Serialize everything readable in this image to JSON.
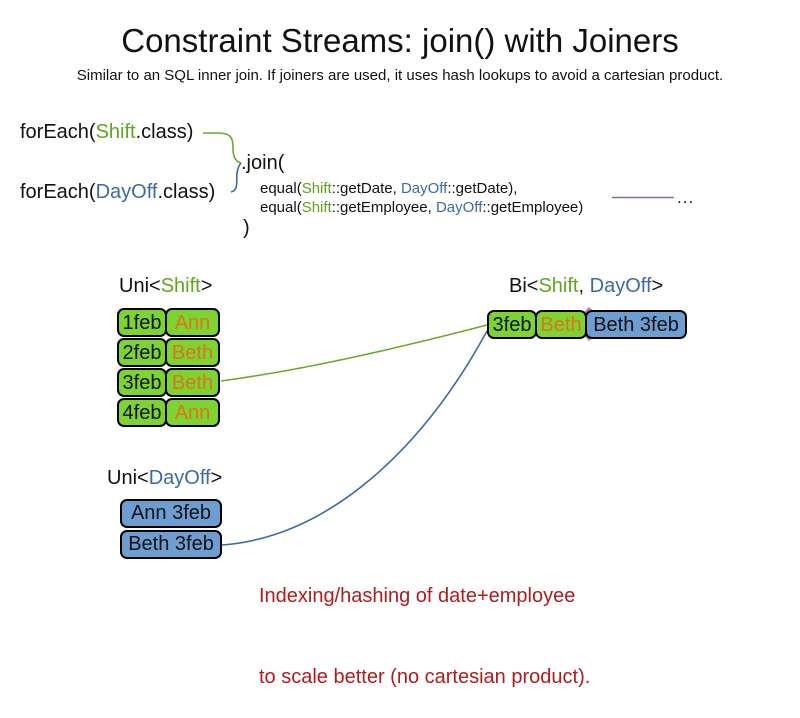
{
  "slide": {
    "title": "Constraint Streams: join() with Joiners",
    "subtitle": "Similar to an SQL inner join. If joiners are used, it uses hash lookups to avoid a cartesian product."
  },
  "code": {
    "foreach_shift": {
      "pre": "forEach(",
      "class_name": "Shift",
      "post": ".class)"
    },
    "foreach_dayoff": {
      "pre": "forEach(",
      "class_name": "DayOff",
      "post": ".class)"
    },
    "join_open": ".join(",
    "equal_date": {
      "pre": "equal(",
      "shift": "Shift",
      "mid": "::getDate, ",
      "dayoff": "DayOff",
      "post": "::getDate),"
    },
    "equal_employee": {
      "pre": "equal(",
      "shift": "Shift",
      "mid": "::getEmployee, ",
      "dayoff": "DayOff",
      "post": "::getEmployee)"
    },
    "join_close": ")",
    "ellipsis": "..."
  },
  "uni_shift": {
    "label": {
      "pre": "Uni<",
      "type": "Shift",
      "post": ">"
    },
    "rows": [
      {
        "date": "1feb",
        "employee": "Ann"
      },
      {
        "date": "2feb",
        "employee": "Beth"
      },
      {
        "date": "3feb",
        "employee": "Beth"
      },
      {
        "date": "4feb",
        "employee": "Ann"
      }
    ]
  },
  "uni_dayoff": {
    "label": {
      "pre": "Uni<",
      "type": "DayOff",
      "post": ">"
    },
    "rows": [
      "Ann 3feb",
      "Beth 3feb"
    ]
  },
  "bi": {
    "label": {
      "pre": "Bi<",
      "shift": "Shift",
      "sep": ", ",
      "dayoff": "DayOff",
      "post": ">"
    },
    "row": {
      "date": "3feb",
      "employee": "Beth",
      "dayoff": "Beth 3feb"
    }
  },
  "note": {
    "line1": "Indexing/hashing of date+employee",
    "line2": "to scale better (no cartesian product)."
  },
  "colors": {
    "green_fill": "#7cd332",
    "blue_fill": "#6d9dd1",
    "green_text": "#61a420",
    "blue_text": "#3a6ba5",
    "orange_text": "#df731b",
    "red_text": "#b01c1c",
    "line_green": "#6aaa2a",
    "line_blue": "#3a6ba5",
    "purple_line": "#8a6a9a",
    "diamond_pink": "#c97ba4"
  }
}
